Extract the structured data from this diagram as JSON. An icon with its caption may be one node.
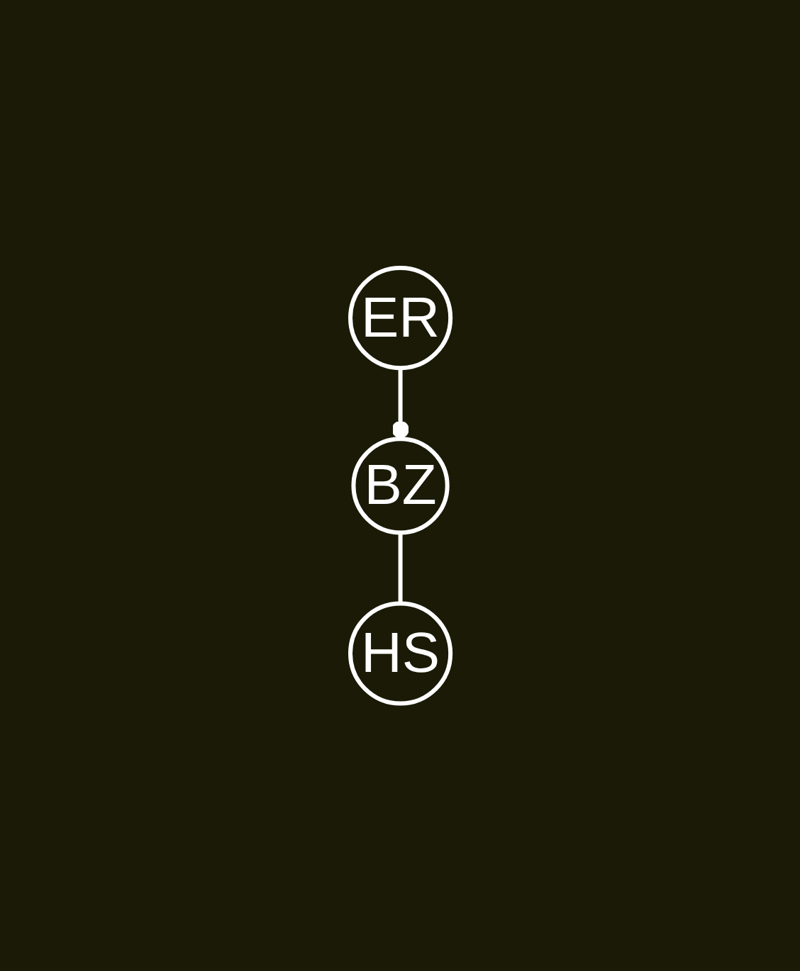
{
  "diagram": {
    "nodes": [
      {
        "text": [
          "BZ"
        ]
      },
      {
        "text": [
          "ER"
        ]
      },
      {
        "text": [
          "HS"
        ]
      }
    ],
    "edges": [
      {
        "from": 1,
        "to": 0,
        "arrow": "other"
      },
      {
        "from": 0,
        "to": 2,
        "arrow": "none"
      }
    ]
  }
}
